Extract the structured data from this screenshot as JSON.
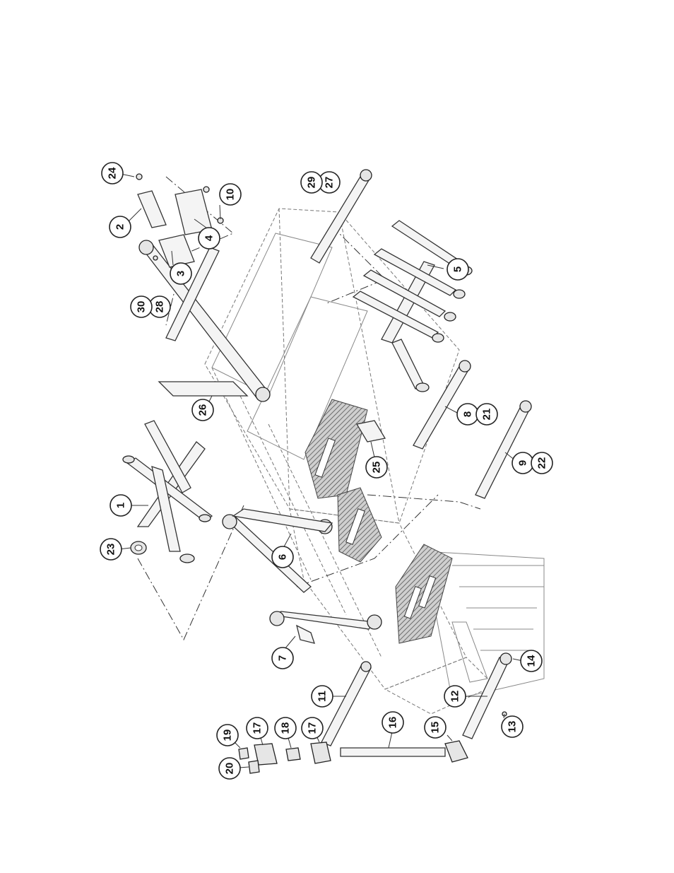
{
  "diagram": {
    "callouts": [
      {
        "id": "c1",
        "label": "1"
      },
      {
        "id": "c2",
        "label": "2"
      },
      {
        "id": "c3",
        "label": "3"
      },
      {
        "id": "c4",
        "label": "4"
      },
      {
        "id": "c5",
        "label": "5"
      },
      {
        "id": "c6",
        "label": "6"
      },
      {
        "id": "c7",
        "label": "7"
      },
      {
        "id": "c8",
        "label": "8"
      },
      {
        "id": "c9",
        "label": "9"
      },
      {
        "id": "c10",
        "label": "10"
      },
      {
        "id": "c11",
        "label": "11"
      },
      {
        "id": "c12",
        "label": "12"
      },
      {
        "id": "c13",
        "label": "13"
      },
      {
        "id": "c14",
        "label": "14"
      },
      {
        "id": "c15",
        "label": "15"
      },
      {
        "id": "c16",
        "label": "16"
      },
      {
        "id": "c17a",
        "label": "17"
      },
      {
        "id": "c17b",
        "label": "17"
      },
      {
        "id": "c18",
        "label": "18"
      },
      {
        "id": "c19",
        "label": "19"
      },
      {
        "id": "c20",
        "label": "20"
      },
      {
        "id": "c21",
        "label": "21"
      },
      {
        "id": "c22",
        "label": "22"
      },
      {
        "id": "c23",
        "label": "23"
      },
      {
        "id": "c24",
        "label": "24"
      },
      {
        "id": "c25",
        "label": "25"
      },
      {
        "id": "c26",
        "label": "26"
      },
      {
        "id": "c27",
        "label": "27"
      },
      {
        "id": "c28",
        "label": "28"
      },
      {
        "id": "c29",
        "label": "29"
      },
      {
        "id": "c30",
        "label": "30"
      }
    ]
  }
}
